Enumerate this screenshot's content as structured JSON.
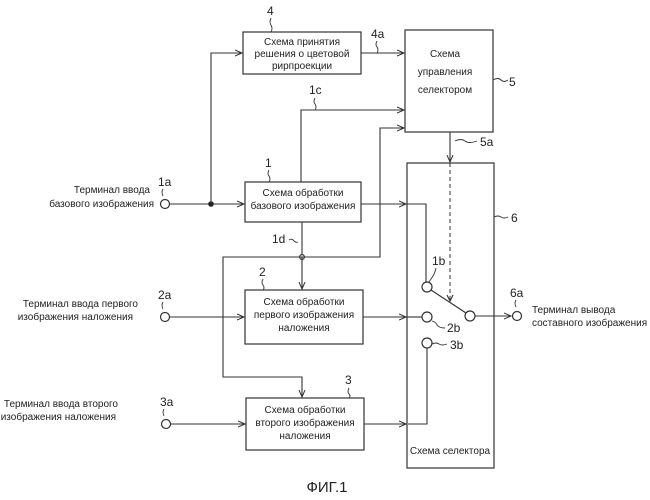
{
  "figure": {
    "caption": "ФИГ.1"
  },
  "blocks": {
    "decision": {
      "ref": "4",
      "lines": [
        "Схема принятия",
        "решения о цветовой",
        "рирпроекции"
      ]
    },
    "selector_control": {
      "ref": "5",
      "lines": [
        "Схема",
        "управления",
        "селектором"
      ]
    },
    "base_proc": {
      "ref": "1",
      "lines": [
        "Схема обработки",
        "базового изображения"
      ]
    },
    "overlay1_proc": {
      "ref": "2",
      "lines": [
        "Схема обработки",
        "первого изображения",
        "наложения"
      ]
    },
    "overlay2_proc": {
      "ref": "3",
      "lines": [
        "Схема обработки",
        "второго изображения",
        "наложения"
      ]
    },
    "selector": {
      "ref": "6",
      "label": "Схема селектора"
    }
  },
  "signals": {
    "s4a": "4a",
    "s5a": "5a",
    "s1c": "1c",
    "s1d": "1d"
  },
  "terminals": {
    "base_in": {
      "ref": "1a",
      "lines": [
        "Терминал ввода",
        "базового изображения"
      ]
    },
    "overlay1_in": {
      "ref": "2a",
      "lines": [
        "Терминал ввода первого",
        "изображения наложения"
      ]
    },
    "overlay2_in": {
      "ref": "3a",
      "lines": [
        "Терминал ввода второго",
        "изображения наложения"
      ]
    },
    "output": {
      "ref": "6a",
      "lines": [
        "Терминал вывода",
        "составного изображения"
      ]
    }
  },
  "switch_contacts": {
    "c1": "1b",
    "c2": "2b",
    "c3": "3b"
  }
}
